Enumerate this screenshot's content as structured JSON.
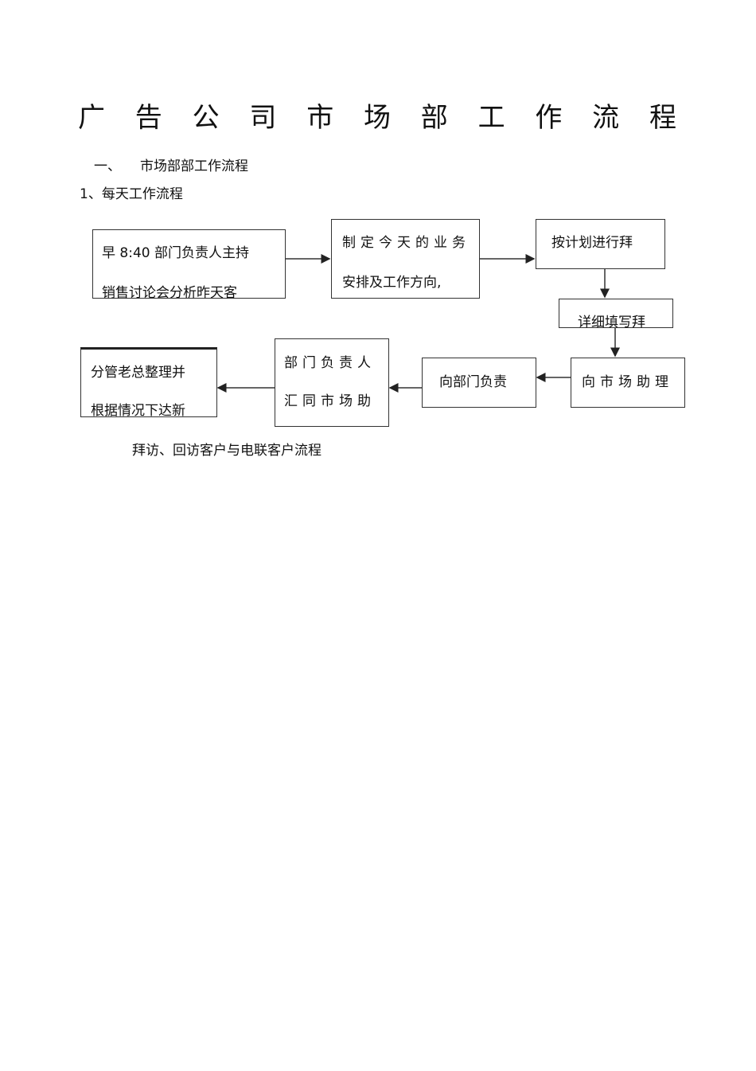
{
  "title_chars": [
    "广",
    "告",
    "公",
    "司",
    "市",
    "场",
    "部",
    "工",
    "作",
    "流",
    "程"
  ],
  "section": {
    "number": "一、",
    "label": "市场部部工作流程"
  },
  "subsection": "1、每天工作流程",
  "flow": {
    "morning_meeting": [
      "早 8:40 部门负责人主持",
      "销售讨论会分析昨天客"
    ],
    "plan_today": [
      "制定今天的业务",
      "安排及工作方向,"
    ],
    "visit_plan": "按计划进行拜",
    "fill_visit": "详细填写拜",
    "to_assistant": "向市场助理",
    "to_manager": "向部门负责",
    "manager_summary": [
      "部门负责人",
      "汇同市场助"
    ],
    "gm_summary": [
      "分管老总整理并",
      "根据情况下达新"
    ]
  },
  "next_heading": "拜访、回访客户与电联客户流程"
}
